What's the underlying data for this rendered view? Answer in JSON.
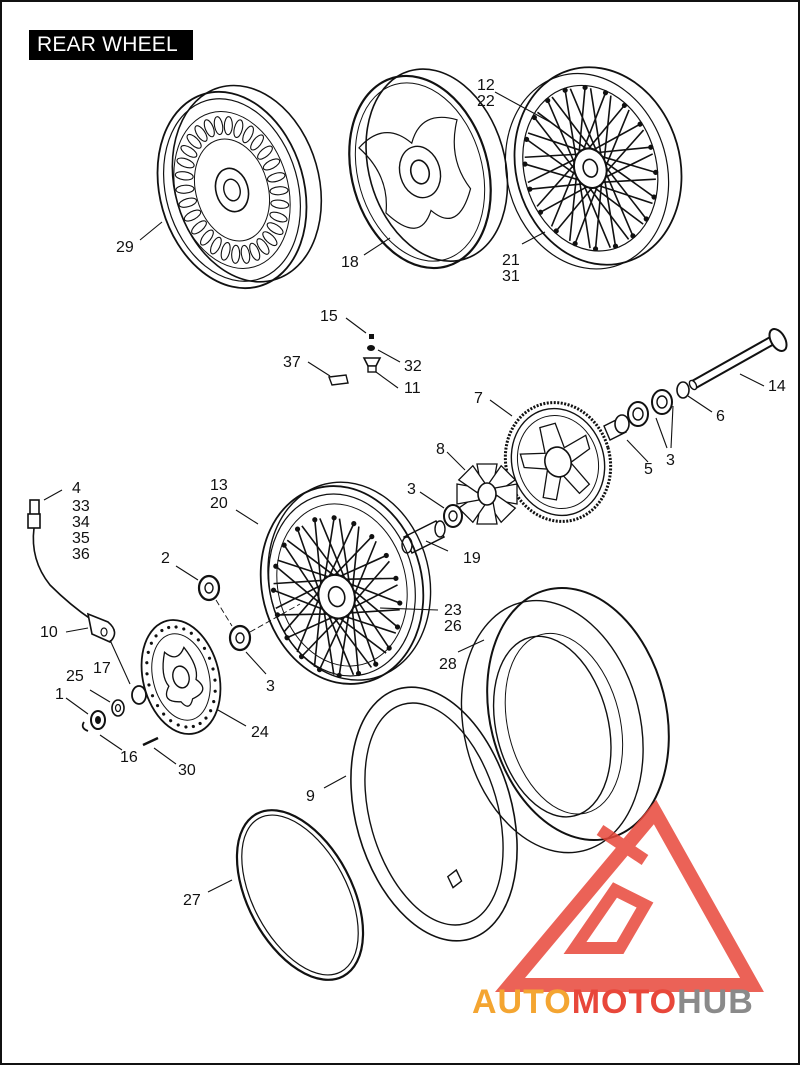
{
  "title": "REAR WHEEL",
  "colors": {
    "line": "#111111",
    "wm_red": "#e8473a",
    "wm_orange": "#f4a531",
    "wm_gray": "#8a8a8a"
  },
  "callouts": [
    {
      "id": "c29",
      "text": "29"
    },
    {
      "id": "c18",
      "text": "18"
    },
    {
      "id": "c12",
      "text": "12"
    },
    {
      "id": "c22",
      "text": "22"
    },
    {
      "id": "c21",
      "text": "21"
    },
    {
      "id": "c31",
      "text": "31"
    },
    {
      "id": "c15",
      "text": "15"
    },
    {
      "id": "c32",
      "text": "32"
    },
    {
      "id": "c37",
      "text": "37"
    },
    {
      "id": "c11",
      "text": "11"
    },
    {
      "id": "c14",
      "text": "14"
    },
    {
      "id": "c7",
      "text": "7"
    },
    {
      "id": "c6",
      "text": "6"
    },
    {
      "id": "c5",
      "text": "5"
    },
    {
      "id": "c3a",
      "text": "3"
    },
    {
      "id": "c8",
      "text": "8"
    },
    {
      "id": "c3b",
      "text": "3"
    },
    {
      "id": "c19",
      "text": "19"
    },
    {
      "id": "c13",
      "text": "13"
    },
    {
      "id": "c20",
      "text": "20"
    },
    {
      "id": "c4",
      "text": "4"
    },
    {
      "id": "c33",
      "text": "33"
    },
    {
      "id": "c34",
      "text": "34"
    },
    {
      "id": "c35",
      "text": "35"
    },
    {
      "id": "c36",
      "text": "36"
    },
    {
      "id": "c2",
      "text": "2"
    },
    {
      "id": "c23",
      "text": "23"
    },
    {
      "id": "c26",
      "text": "26"
    },
    {
      "id": "c10",
      "text": "10"
    },
    {
      "id": "c17",
      "text": "17"
    },
    {
      "id": "c25",
      "text": "25"
    },
    {
      "id": "c1",
      "text": "1"
    },
    {
      "id": "c3c",
      "text": "3"
    },
    {
      "id": "c28",
      "text": "28"
    },
    {
      "id": "c24",
      "text": "24"
    },
    {
      "id": "c16",
      "text": "16"
    },
    {
      "id": "c30",
      "text": "30"
    },
    {
      "id": "c9",
      "text": "9"
    },
    {
      "id": "c27",
      "text": "27"
    }
  ],
  "watermark": {
    "part1": "AUTO",
    "part2": "MOTO",
    "part3": "HUB"
  }
}
